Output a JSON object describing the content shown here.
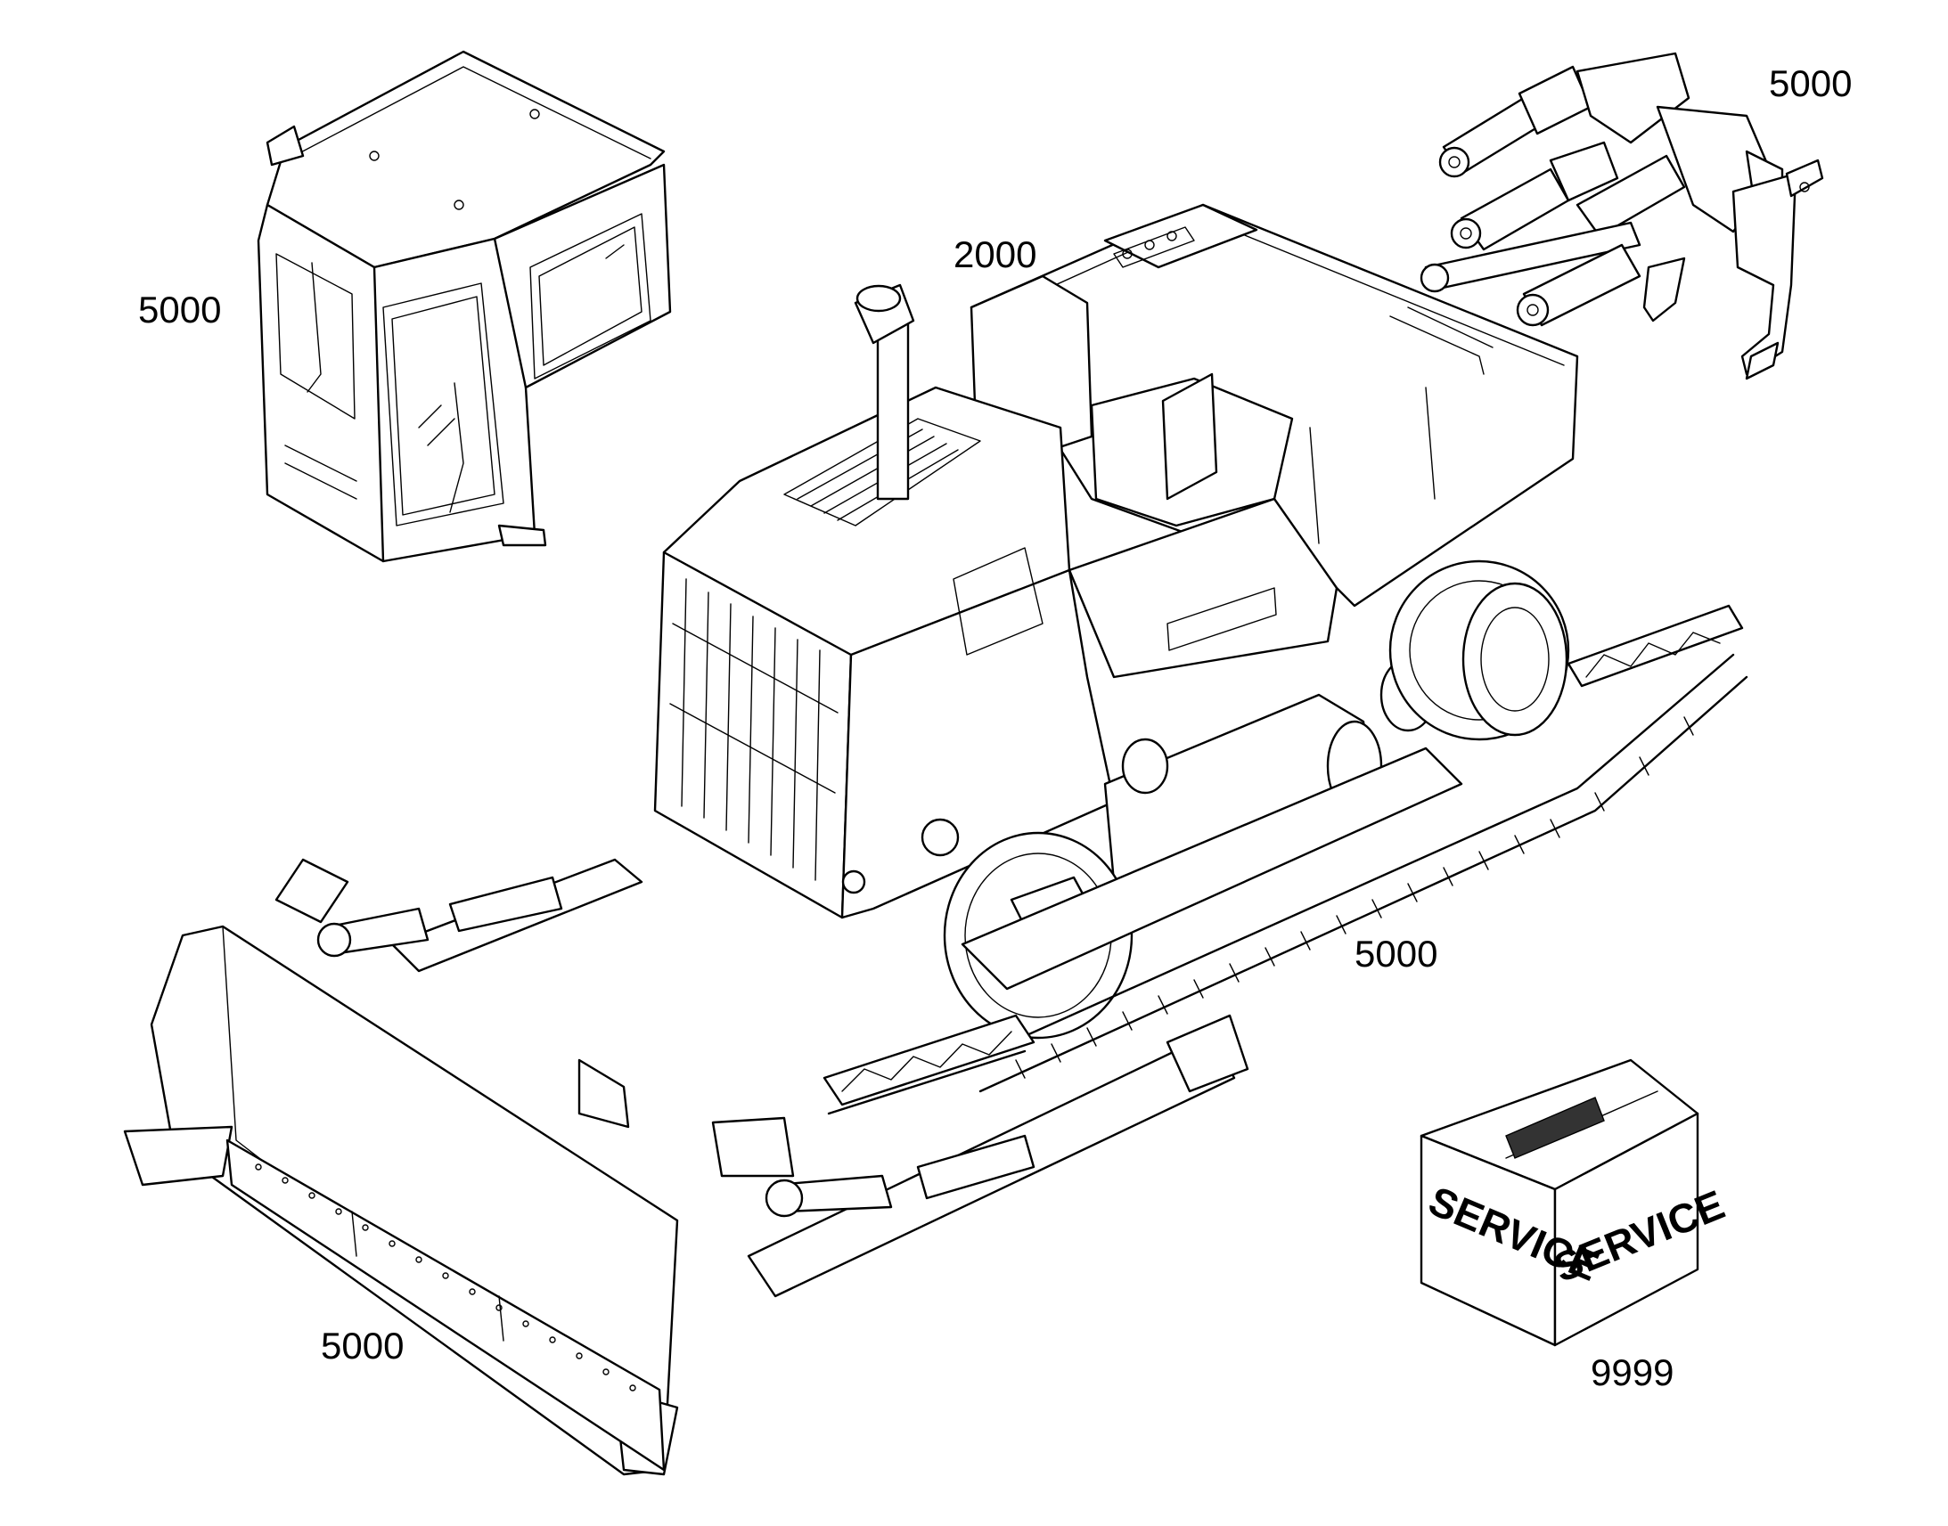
{
  "callouts": {
    "cab": "5000",
    "ripper": "5000",
    "main_frame": "2000",
    "undercarriage": "5000",
    "blade": "5000",
    "service_kit": "9999"
  },
  "service_box": {
    "left_face": "SERVICE",
    "right_face": "SERVICE"
  },
  "icons": {
    "cab": "operator-cab-drawing",
    "ripper": "ripper-assembly-drawing",
    "tractor": "dozer-main-frame-drawing",
    "track": "track-chain-drawing",
    "blade": "dozer-blade-drawing",
    "box": "service-parts-box-drawing"
  }
}
